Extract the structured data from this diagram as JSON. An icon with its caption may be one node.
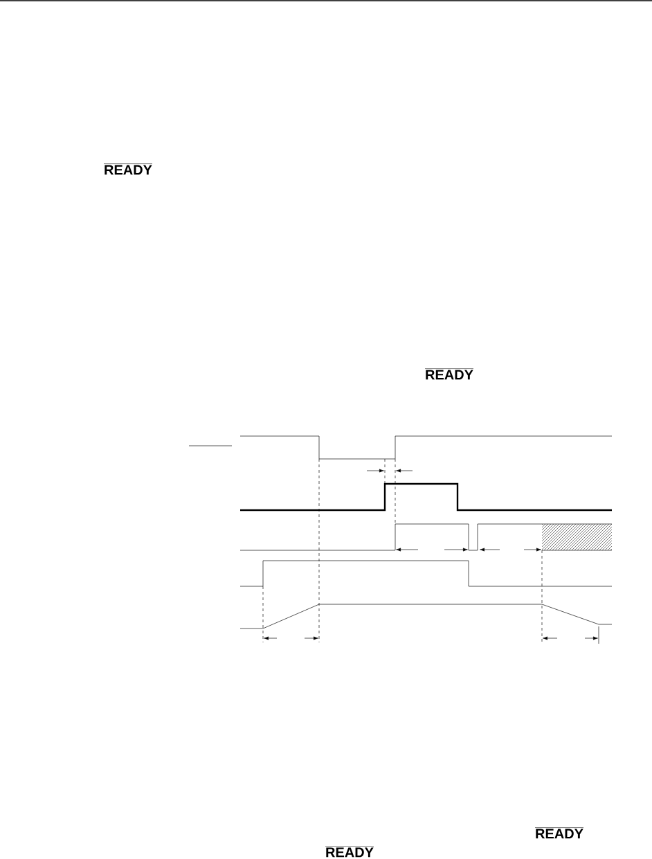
{
  "diagram": {
    "labels": [
      "READY",
      "READY",
      "READY",
      "READY"
    ]
  }
}
